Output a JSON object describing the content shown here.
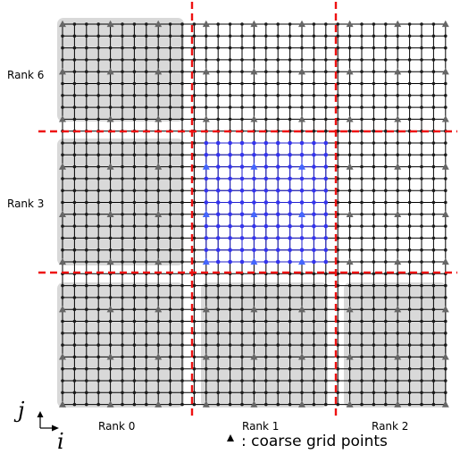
{
  "labels": {
    "rank_0": "Rank 0",
    "rank_1": "Rank 1",
    "rank_2": "Rank 2",
    "rank_3": "Rank 3",
    "rank_6": "Rank 6"
  },
  "axes": {
    "horizontal": "i",
    "vertical": "j"
  },
  "legend": {
    "marker_label": ": coarse grid points"
  },
  "colors": {
    "shaded_region": "#d9d9d9",
    "grid_line": "#000000",
    "fine_point": "#1a1a1a",
    "coarse_marker": "#666666",
    "highlight_line": "#2222cc",
    "highlight_point": "#3333ee",
    "highlight_coarse": "#4466ff",
    "partition_line": "#ee1111"
  }
}
